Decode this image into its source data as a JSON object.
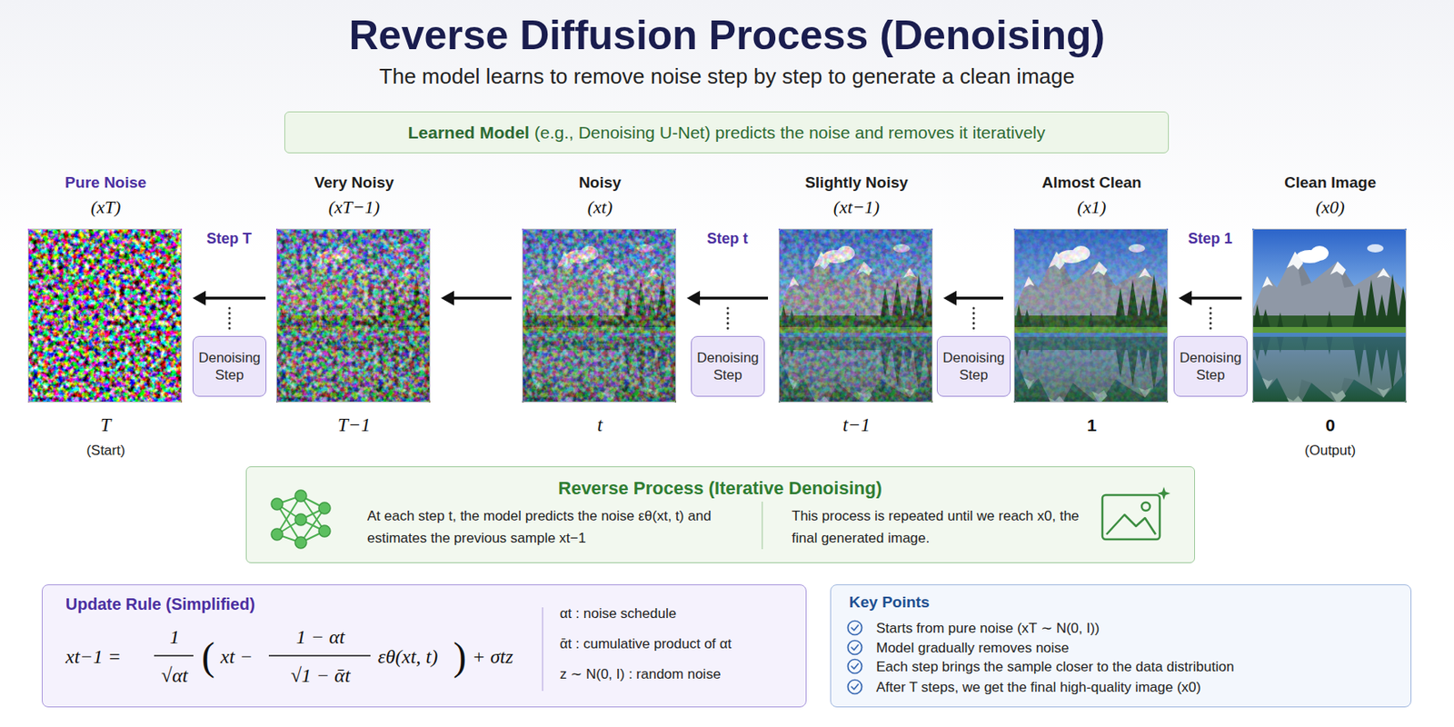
{
  "diagram": {
    "title": "Reverse Diffusion Process (Denoising)",
    "nodes": [
      {
        "text": [
          "Learned Model",
          "(e.g., Denoising U-Net) predicts the noise and removes it iteratively"
        ]
      },
      {
        "text": [
          "Pure Noise",
          "(xT)",
          "T",
          "(Start)"
        ]
      },
      {
        "text": [
          "Denoising Step"
        ]
      },
      {
        "text": [
          "Very Noisy",
          "(xT−1)",
          "T−1"
        ]
      },
      {
        "text": [
          "Noisy",
          "(xt)",
          "t"
        ]
      },
      {
        "text": [
          "Denoising Step"
        ]
      },
      {
        "text": [
          "Slightly Noisy",
          "(xt−1)",
          "t−1"
        ]
      },
      {
        "text": [
          "Denoising Step"
        ]
      },
      {
        "text": [
          "Almost Clean",
          "(x1)",
          "1"
        ]
      },
      {
        "text": [
          "Denoising Step"
        ]
      },
      {
        "text": [
          "Clean Image",
          "(x0)",
          "0",
          "(Output)"
        ]
      },
      {
        "text": [
          "Reverse Process (Iterative Denoising)",
          "At each step t, the model predicts the noise εθ(xt, t) and estimates the previous sample xt−1",
          "This process is repeated until we reach x0, the final generated image."
        ]
      },
      {
        "text": [
          "Update Rule (Simplified)",
          "xt−1 =",
          "1",
          "√αt",
          "(",
          "xt −",
          "1 − αt",
          "√1 − ᾱt",
          "εθ(xt, t)",
          ")",
          "+ σtz",
          "αt : noise schedule",
          "ᾱt : cumulative product of αt",
          "z ∼ N(0, I) : random noise"
        ]
      },
      {
        "text": [
          "Key Points",
          "Starts from pure noise (xT ∼ N(0, I))",
          "Model gradually removes noise",
          "Each step brings the sample closer to the data distribution",
          "After T steps, we get the final high-quality image (x0)"
        ]
      }
    ],
    "edges": [
      {
        "from": 3,
        "to": 1,
        "arrow": "to",
        "label": "Step T"
      },
      {
        "from": 4,
        "to": 3,
        "arrow": "to"
      },
      {
        "from": 6,
        "to": 4,
        "arrow": "to",
        "label": "Step t"
      },
      {
        "from": 8,
        "to": 6,
        "arrow": "to"
      },
      {
        "from": 10,
        "to": 8,
        "arrow": "to",
        "label": "Step 1"
      }
    ],
    "labels": [
      "The model learns to remove noise step by step to generate a clean image"
    ]
  }
}
